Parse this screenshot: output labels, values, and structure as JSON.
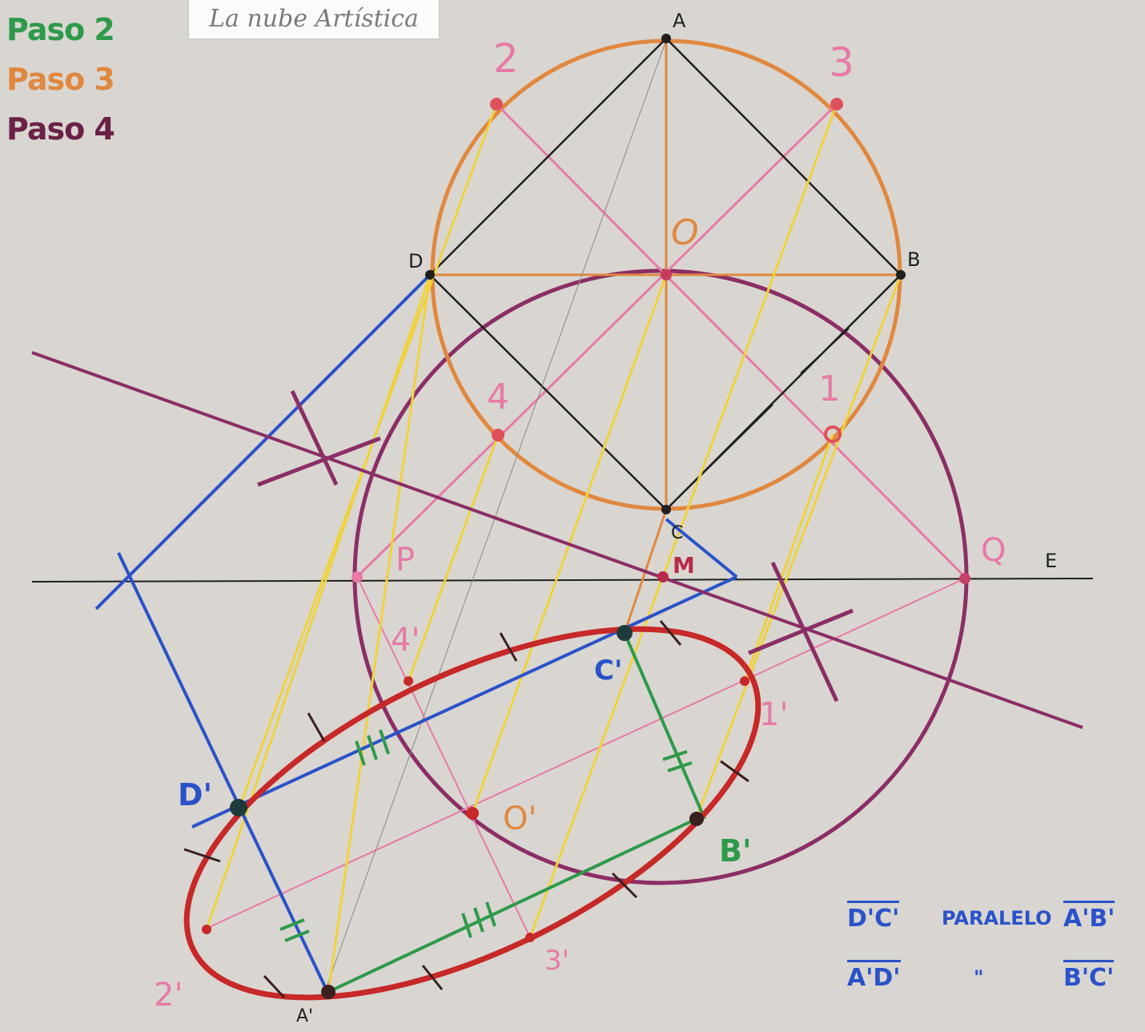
{
  "brand": "La nube Artística",
  "legend": [
    {
      "label": "Paso 2",
      "color": "#2e9a4a"
    },
    {
      "label": "Paso 3",
      "color": "#e0883f"
    },
    {
      "label": "Paso 4",
      "color": "#6b2147"
    }
  ],
  "points": {
    "A": "A",
    "B": "B",
    "C": "C",
    "D": "D",
    "E": "E",
    "O": "O",
    "M": "M",
    "P": "P",
    "Q": "Q",
    "p1": "1",
    "p2": "2",
    "p3": "3",
    "p4": "4",
    "A1": "A'",
    "B1": "B'",
    "C1": "C'",
    "D1": "D'",
    "O1": "O'",
    "p1b": "1'",
    "p2b": "2'",
    "p3b": "3'",
    "p4b": "4'"
  },
  "notes": {
    "row1_left": "D'C'",
    "row1_mid": "PARALELO",
    "row1_right": "A'B'",
    "row2_left": "A'D'",
    "row2_mid": "\"",
    "row2_right": "B'C'"
  },
  "colors": {
    "background": "#d9d6d1",
    "orange": "#e0883f",
    "pink": "#e77aa6",
    "yellow": "#f0d23c",
    "blue": "#2a52c9",
    "green": "#2e9a4a",
    "purple": "#8b2e66",
    "red": "#c72828",
    "black": "#1f1f1f"
  }
}
